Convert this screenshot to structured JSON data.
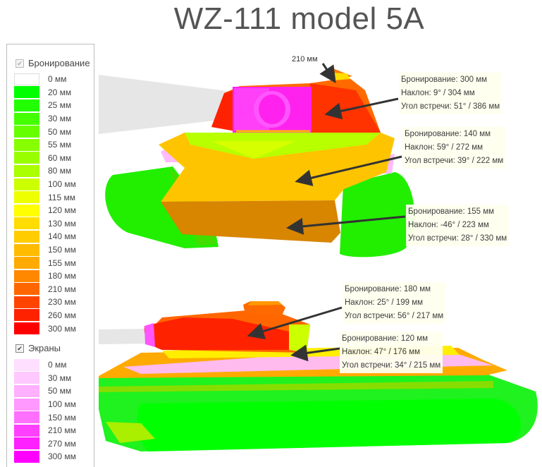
{
  "title": "WZ-111 model 5A",
  "legend": {
    "armor_label": "Бронирование",
    "armor": [
      {
        "label": "0 мм",
        "color": "#ffffff"
      },
      {
        "label": "20 мм",
        "color": "#00ff00"
      },
      {
        "label": "25 мм",
        "color": "#22ff00"
      },
      {
        "label": "30 мм",
        "color": "#44ff00"
      },
      {
        "label": "50 мм",
        "color": "#66ff00"
      },
      {
        "label": "55 мм",
        "color": "#88ff00"
      },
      {
        "label": "60 мм",
        "color": "#99ff00"
      },
      {
        "label": "80 мм",
        "color": "#aaff00"
      },
      {
        "label": "100 мм",
        "color": "#ccff00"
      },
      {
        "label": "115 мм",
        "color": "#eeff00"
      },
      {
        "label": "120 мм",
        "color": "#ffff00"
      },
      {
        "label": "130 мм",
        "color": "#ffdd00"
      },
      {
        "label": "140 мм",
        "color": "#ffcc00"
      },
      {
        "label": "150 мм",
        "color": "#ffbb00"
      },
      {
        "label": "155 мм",
        "color": "#ffaa00"
      },
      {
        "label": "180 мм",
        "color": "#ff8800"
      },
      {
        "label": "210 мм",
        "color": "#ff6600"
      },
      {
        "label": "230 мм",
        "color": "#ff4400"
      },
      {
        "label": "260 мм",
        "color": "#ff2200"
      },
      {
        "label": "300 мм",
        "color": "#ff0000"
      }
    ],
    "screens_label": "Экраны",
    "screens": [
      {
        "label": "0 мм",
        "color": "#ffdfff"
      },
      {
        "label": "30 мм",
        "color": "#ffc8ff"
      },
      {
        "label": "50 мм",
        "color": "#ffb0ff"
      },
      {
        "label": "100 мм",
        "color": "#ff99ff"
      },
      {
        "label": "150 мм",
        "color": "#ff70ff"
      },
      {
        "label": "210 мм",
        "color": "#ff40ff"
      },
      {
        "label": "270 мм",
        "color": "#ff20ff"
      },
      {
        "label": "300 мм",
        "color": "#ff00ff"
      }
    ]
  },
  "annotations": {
    "roof": "210 мм",
    "t1": {
      "a": "Бронирование: 300 мм",
      "b": "Наклон: 9° / 304 мм",
      "c": "Угол встречи: 51° / 386 мм"
    },
    "t2": {
      "a": "Бронирование: 140 мм",
      "b": "Наклон: 59° / 272 мм",
      "c": "Угол встречи: 39° / 222 мм"
    },
    "t3": {
      "a": "Бронирование: 155 мм",
      "b": "Наклон: -46° / 223 мм",
      "c": "Угол встречи: 28° / 330 мм"
    },
    "t4": {
      "a": "Бронирование: 180 мм",
      "b": "Наклон: 25° / 199 мм",
      "c": "Угол встречи: 56° / 217 мм"
    },
    "t5": {
      "a": "Бронирование: 120 мм",
      "b": "Наклон: 47° / 176 мм",
      "c": "Угол встречи: 34° / 215 мм"
    }
  }
}
